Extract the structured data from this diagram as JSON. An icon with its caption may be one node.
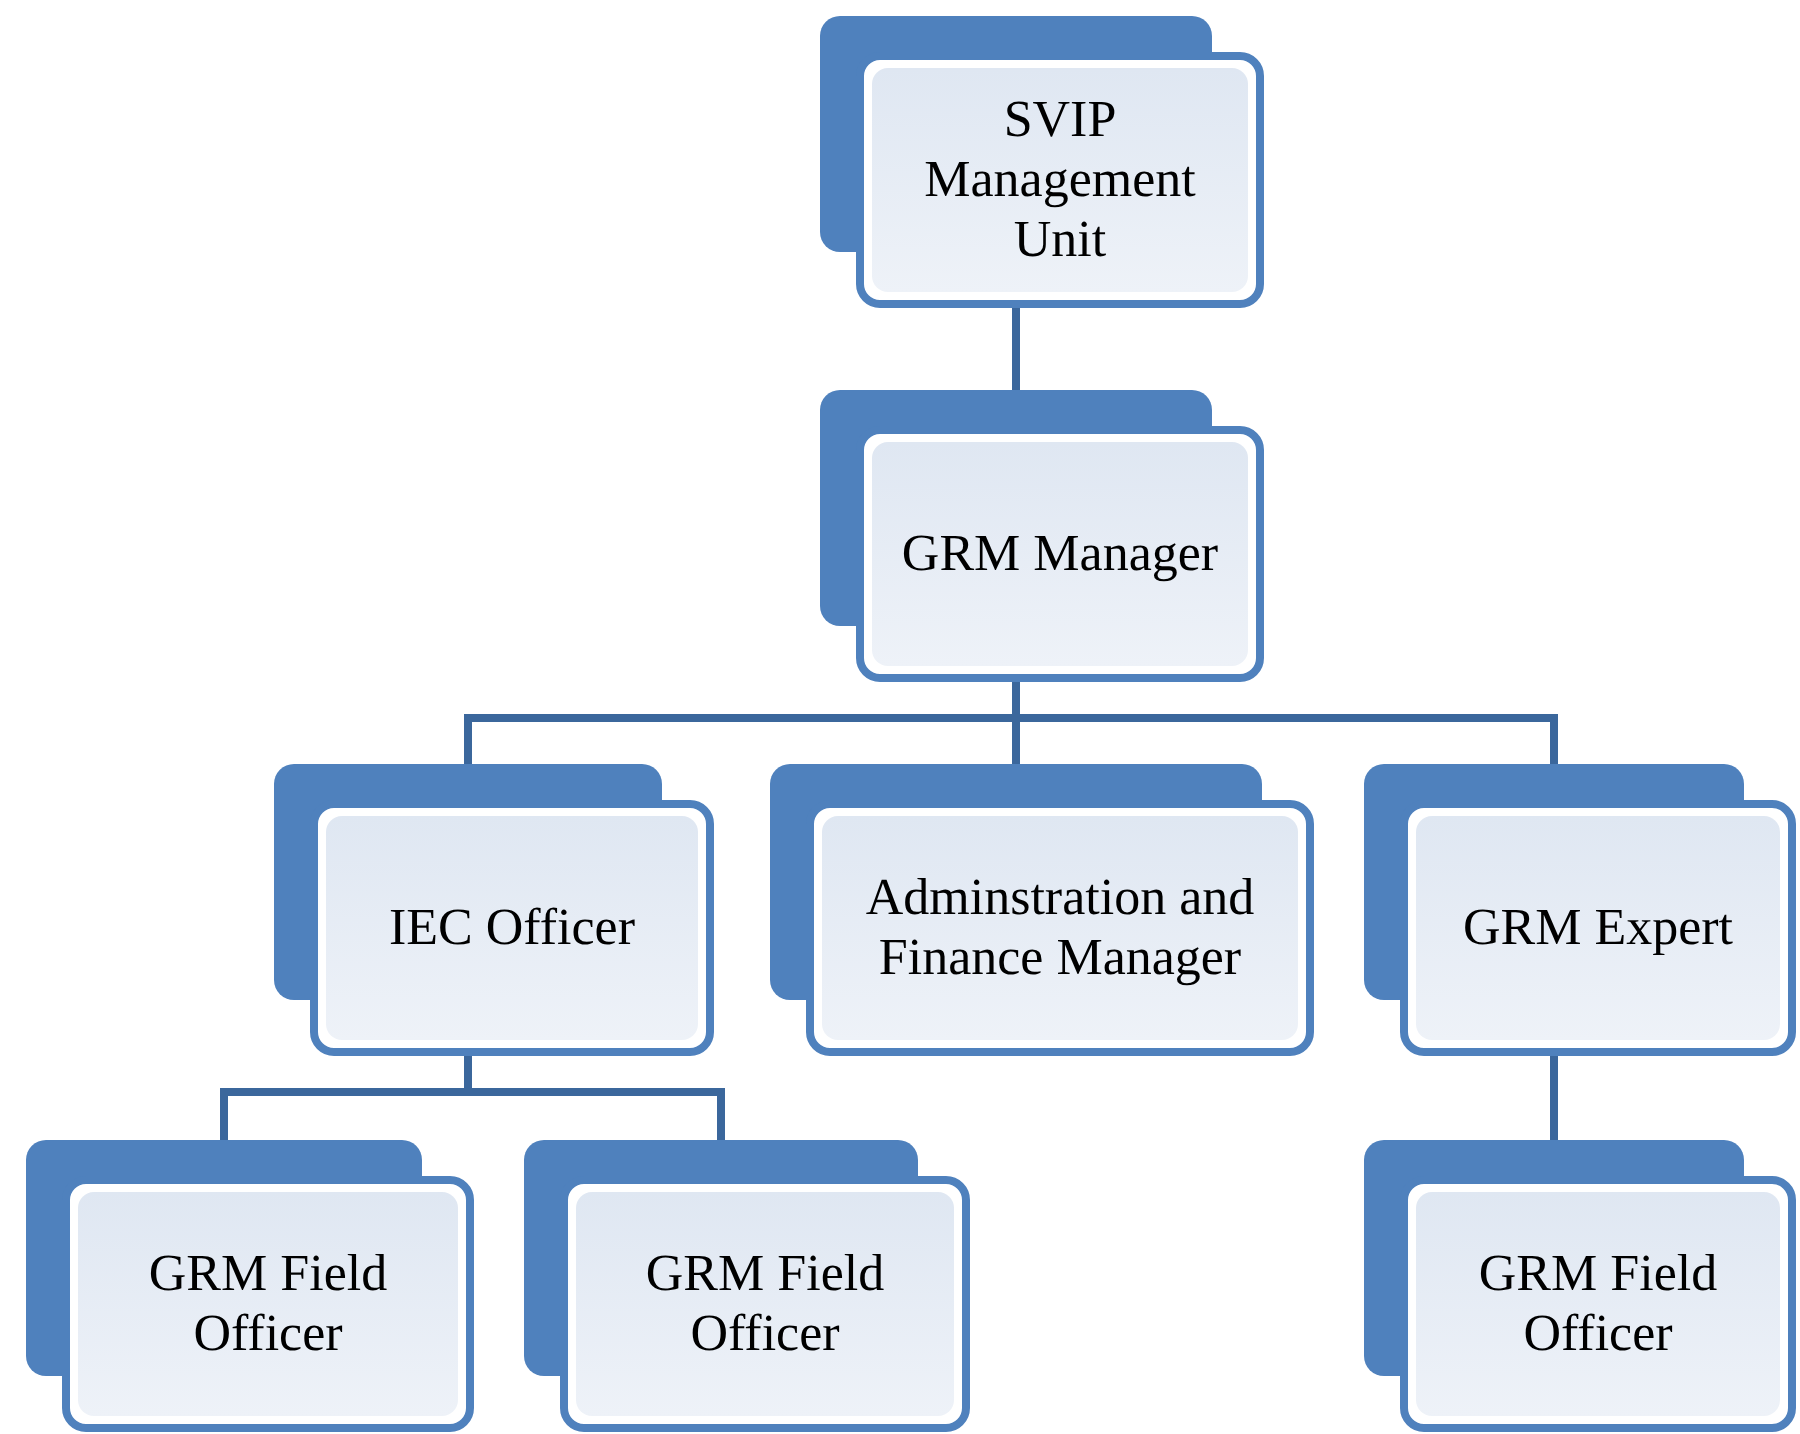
{
  "diagram": {
    "nodes": [
      {
        "text": [
          "SVIP Management Unit"
        ]
      },
      {
        "text": [
          "GRM Manager"
        ]
      },
      {
        "text": [
          "IEC Officer"
        ]
      },
      {
        "text": [
          "Adminstration and Finance Manager"
        ]
      },
      {
        "text": [
          "GRM Expert"
        ]
      },
      {
        "text": [
          "GRM Field Officer"
        ]
      },
      {
        "text": [
          "GRM Field Officer"
        ]
      },
      {
        "text": [
          "GRM Field Officer"
        ]
      }
    ],
    "edges": [
      {
        "from": 0,
        "to": 1,
        "arrow": "none"
      },
      {
        "from": 1,
        "to": 2,
        "arrow": "none"
      },
      {
        "from": 1,
        "to": 3,
        "arrow": "none"
      },
      {
        "from": 1,
        "to": 4,
        "arrow": "none"
      },
      {
        "from": 2,
        "to": 5,
        "arrow": "none"
      },
      {
        "from": 2,
        "to": 6,
        "arrow": "none"
      },
      {
        "from": 4,
        "to": 7,
        "arrow": "none"
      }
    ]
  }
}
